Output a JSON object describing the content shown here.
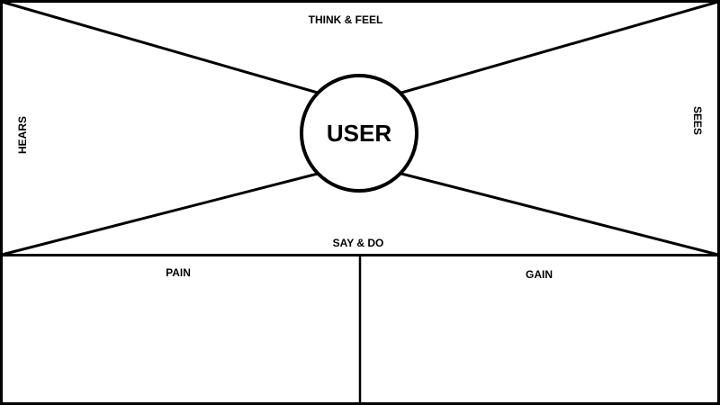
{
  "diagram": {
    "center": {
      "label": "USER"
    },
    "quadrants": {
      "top": "THINK & FEEL",
      "left": "HEARS",
      "right": "SEES",
      "bottom": "SAY & DO"
    },
    "lower_panels": {
      "left": "PAIN",
      "right": "GAIN"
    }
  }
}
